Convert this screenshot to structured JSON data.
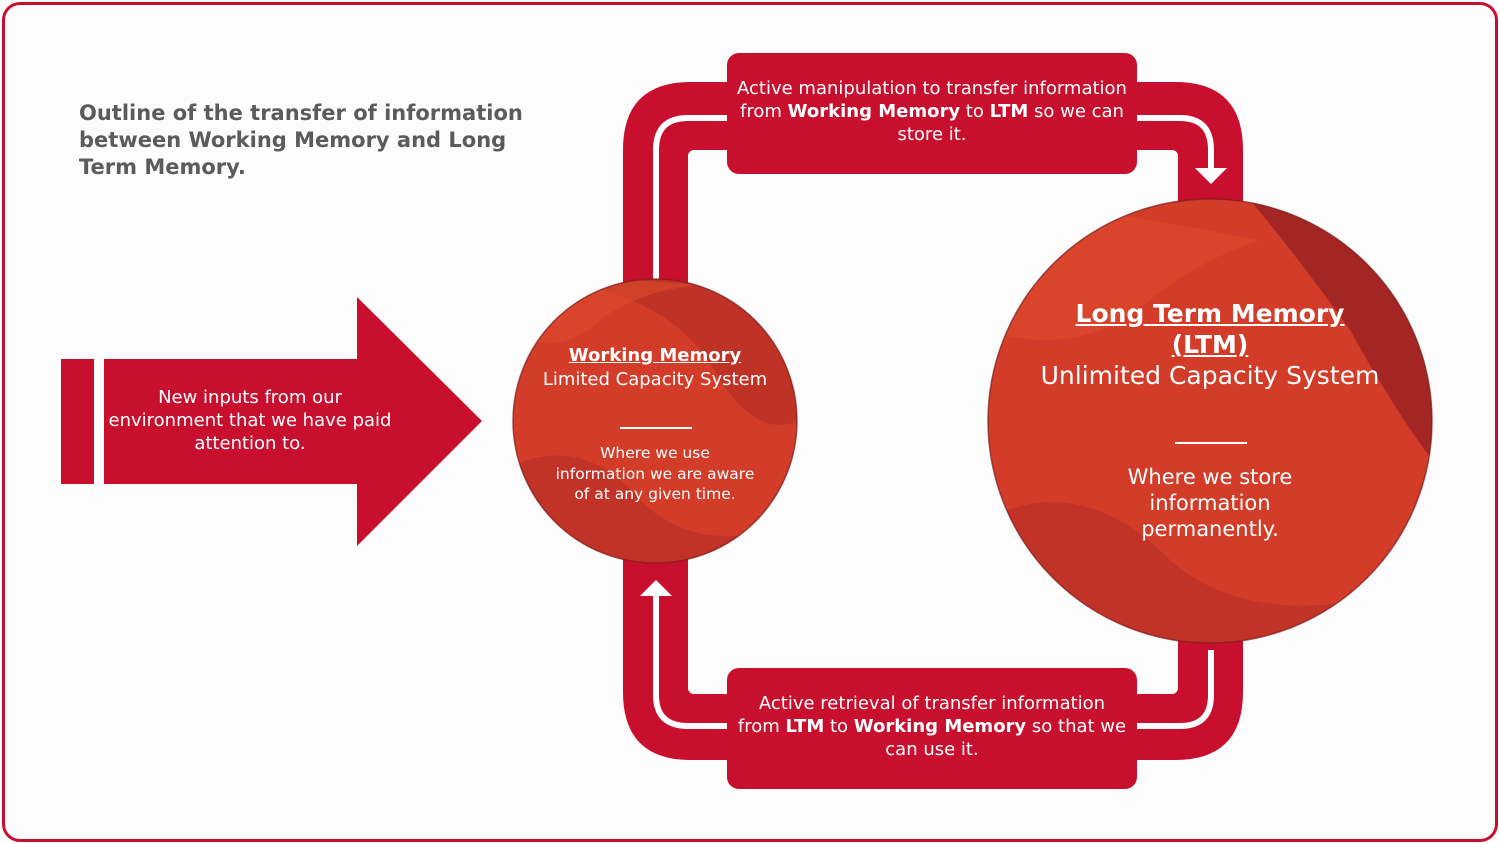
{
  "title": "Outline of the transfer of information between Working Memory and Long Term Memory.",
  "colors": {
    "primary_red": "#c8102e",
    "circle_orange": "#d43c28",
    "circle_dark": "#9e2424",
    "title_gray": "#5b5b5b"
  },
  "input_arrow": {
    "text": "New inputs from our environment that we have paid attention to."
  },
  "top_box": {
    "part1": "Active manipulation to transfer information from ",
    "bold1": "Working Memory",
    "part2": " to ",
    "bold2": "LTM",
    "part3": " so we can store it."
  },
  "bottom_box": {
    "part1": "Active retrieval of transfer information from ",
    "bold1": "LTM",
    "part2": " to ",
    "bold2": "Working Memory",
    "part3": " so that we can use it."
  },
  "working_memory": {
    "heading": "Working Memory",
    "subheading": "Limited Capacity System",
    "body": "Where we use information we are aware of at any given time."
  },
  "long_term_memory": {
    "heading": "Long Term Memory (LTM)",
    "subheading": "Unlimited Capacity System",
    "body": "Where we store information permanently."
  }
}
